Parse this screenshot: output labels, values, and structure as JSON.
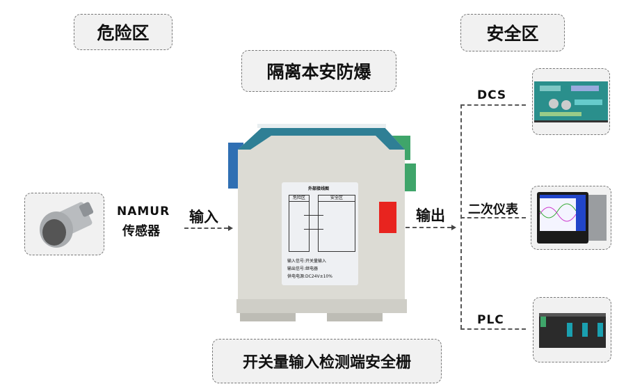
{
  "zones": {
    "hazard": "危险区",
    "safe": "安全区"
  },
  "headline": "隔离本安防爆",
  "product_name": "开关量输入检测端安全栅",
  "sensor": {
    "line1": "NAMUR",
    "line2": "传感器"
  },
  "input_label": "输入",
  "output_label": "输出",
  "outputs": [
    {
      "label": "DCS"
    },
    {
      "label": "二次仪表"
    },
    {
      "label": "PLC"
    }
  ],
  "device_label": {
    "title": "外部接线图",
    "hazard": "危险区",
    "safe": "安全区",
    "input_signal": "输入信号:开关量输入",
    "output_signal": "输出信号:继电器",
    "power": "供电电源:DC24V±10%"
  },
  "colors": {
    "teal": "#2f7f95",
    "terminal_green": "#3fa56a",
    "terminal_blue": "#2f6fb3",
    "body": "#dcdbd4",
    "warning": "#e8241f"
  }
}
